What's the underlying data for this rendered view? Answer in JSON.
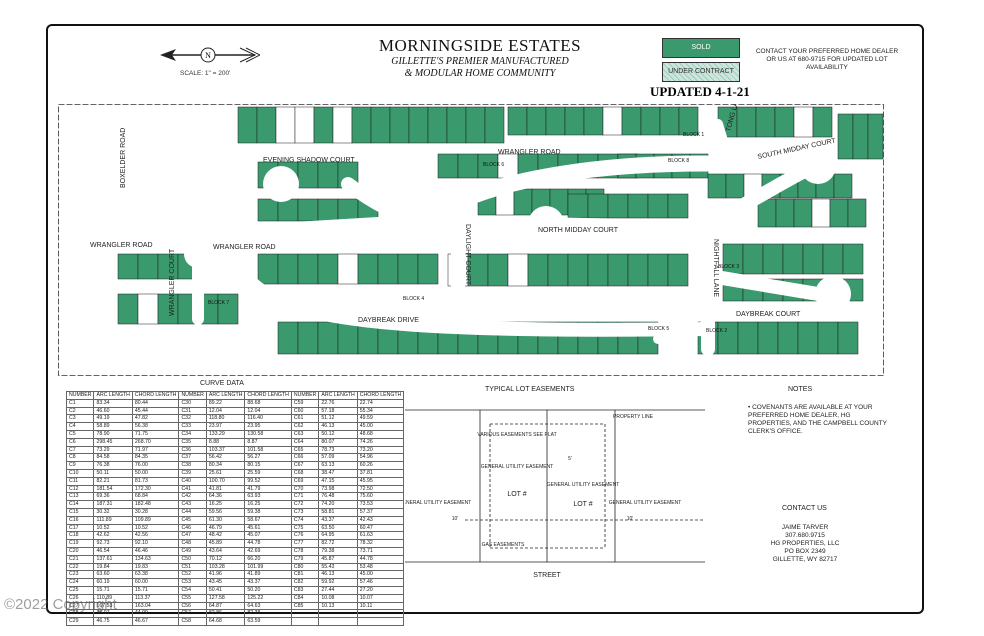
{
  "title": "MORNINGSIDE ESTATES",
  "subtitle_line1": "GILLETTE'S PREMIER MANUFACTURED",
  "subtitle_line2": "& MODULAR HOME COMMUNITY",
  "updated": "UPDATED 4-1-21",
  "scale": "SCALE: 1\" = 200'",
  "north": "N",
  "legend": {
    "sold": "SOLD",
    "under_contract": "UNDER CONTRACT"
  },
  "contact_note": "CONTACT YOUR PREFERRED HOME DEALER OR US AT 680-9715 FOR UPDATED LOT AVAILABILITY",
  "colors": {
    "sold": "#3a9a6e",
    "road": "#ffffff",
    "lot_line": "#1c1c1c"
  },
  "streets": {
    "evening_shadow": "EVENING SHADOW COURT",
    "wrangler_top": "WRANGLER ROAD",
    "wrangler_mid": "WRANGLER ROAD",
    "wrangler_left": "WRANGLER ROAD",
    "boxelder": "BOXELDER ROAD",
    "south_midday": "SOUTH MIDDAY COURT",
    "north_midday": "NORTH MIDDAY COURT",
    "daylight": "DAYLIGHT COURT",
    "daybreak_drive": "DAYBREAK DRIVE",
    "daybreak_court": "DAYBREAK COURT",
    "nightfall": "NIGHTFALL LANE",
    "wrangler_court": "WRANGLER COURT",
    "tong": "TONG LANE"
  },
  "blocks": {
    "b1": "BLOCK 1",
    "b2": "BLOCK 2",
    "b3": "BLOCK 3",
    "b4": "BLOCK 4",
    "b5": "BLOCK 5",
    "b6": "BLOCK 6",
    "b7": "BLOCK 7",
    "b8": "BLOCK 8"
  },
  "curve_data": {
    "title": "CURVE DATA",
    "header": [
      "NUMBER",
      "ARC LENGTH",
      "CHORD LENGTH"
    ],
    "col1": [
      [
        "C1",
        "83.34",
        "80.44"
      ],
      [
        "C2",
        "46.60",
        "45.44"
      ],
      [
        "C3",
        "49.19",
        "47.82"
      ],
      [
        "C4",
        "58.89",
        "56.38"
      ],
      [
        "C5",
        "78.90",
        "71.75"
      ],
      [
        "C6",
        "298.45",
        "268.70"
      ],
      [
        "C7",
        "73.29",
        "71.97"
      ],
      [
        "C8",
        "84.58",
        "84.35"
      ],
      [
        "C9",
        "76.38",
        "76.00"
      ],
      [
        "C10",
        "50.11",
        "50.00"
      ],
      [
        "C11",
        "82.21",
        "81.73"
      ],
      [
        "C12",
        "181.54",
        "172.30"
      ],
      [
        "C13",
        "69.36",
        "68.84"
      ],
      [
        "C14",
        "187.31",
        "182.48"
      ],
      [
        "C15",
        "30.32",
        "30.28"
      ],
      [
        "C16",
        "111.89",
        "109.89"
      ],
      [
        "C17",
        "10.52",
        "10.52"
      ],
      [
        "C18",
        "42.62",
        "42.56"
      ],
      [
        "C19",
        "92.73",
        "92.10"
      ],
      [
        "C20",
        "46.54",
        "46.46"
      ],
      [
        "C21",
        "137.61",
        "134.63"
      ],
      [
        "C22",
        "19.84",
        "19.83"
      ],
      [
        "C23",
        "63.60",
        "63.38"
      ],
      [
        "C24",
        "60.19",
        "60.00"
      ],
      [
        "C25",
        "15.71",
        "15.71"
      ],
      [
        "C26",
        "110.89",
        "113.37"
      ],
      [
        "C27",
        "167.53",
        "163.04"
      ],
      [
        "C28",
        "45.07",
        "44.99"
      ],
      [
        "C29",
        "46.75",
        "46.67"
      ]
    ],
    "col2": [
      [
        "C30",
        "89.22",
        "88.68"
      ],
      [
        "C31",
        "12.04",
        "12.04"
      ],
      [
        "C32",
        "118.80",
        "116.40"
      ],
      [
        "C33",
        "23.97",
        "23.95"
      ],
      [
        "C34",
        "133.29",
        "130.58"
      ],
      [
        "C35",
        "8.88",
        "8.87"
      ],
      [
        "C36",
        "103.37",
        "101.58"
      ],
      [
        "C37",
        "56.42",
        "56.27"
      ],
      [
        "C38",
        "80.34",
        "80.15"
      ],
      [
        "C39",
        "25.61",
        "25.59"
      ],
      [
        "C40",
        "100.70",
        "99.52"
      ],
      [
        "C41",
        "41.81",
        "41.79"
      ],
      [
        "C42",
        "64.36",
        "63.93"
      ],
      [
        "C43",
        "16.25",
        "16.25"
      ],
      [
        "C44",
        "59.56",
        "59.38"
      ],
      [
        "C45",
        "61.30",
        "58.67"
      ],
      [
        "C46",
        "46.79",
        "45.61"
      ],
      [
        "C47",
        "48.42",
        "45.07"
      ],
      [
        "C48",
        "45.89",
        "44.78"
      ],
      [
        "C49",
        "43.64",
        "42.69"
      ],
      [
        "C50",
        "70.12",
        "66.20"
      ],
      [
        "C51",
        "103.28",
        "101.99"
      ],
      [
        "C52",
        "41.96",
        "41.89"
      ],
      [
        "C53",
        "43.45",
        "43.37"
      ],
      [
        "C54",
        "50.41",
        "50.20"
      ],
      [
        "C55",
        "127.58",
        "125.22"
      ],
      [
        "C56",
        "64.87",
        "64.63"
      ],
      [
        "C57",
        "82.86",
        "82.38"
      ],
      [
        "C58",
        "64.68",
        "63.59"
      ]
    ],
    "col3": [
      [
        "C59",
        "22.76",
        "22.74"
      ],
      [
        "C60",
        "57.18",
        "55.34"
      ],
      [
        "C61",
        "51.12",
        "49.59"
      ],
      [
        "C62",
        "46.13",
        "45.00"
      ],
      [
        "C63",
        "50.12",
        "48.68"
      ],
      [
        "C64",
        "80.07",
        "74.26"
      ],
      [
        "C65",
        "78.73",
        "73.20"
      ],
      [
        "C66",
        "57.09",
        "54.96"
      ],
      [
        "C67",
        "63.13",
        "60.26"
      ],
      [
        "C68",
        "38.47",
        "37.81"
      ],
      [
        "C69",
        "47.15",
        "45.95"
      ],
      [
        "C70",
        "73.98",
        "72.50"
      ],
      [
        "C71",
        "76.48",
        "75.60"
      ],
      [
        "C72",
        "74.20",
        "73.53"
      ],
      [
        "C73",
        "58.81",
        "57.37"
      ],
      [
        "C74",
        "43.37",
        "42.43"
      ],
      [
        "C75",
        "63.50",
        "60.47"
      ],
      [
        "C76",
        "64.95",
        "61.63"
      ],
      [
        "C77",
        "82.72",
        "78.32"
      ],
      [
        "C78",
        "79.38",
        "73.71"
      ],
      [
        "C79",
        "45.87",
        "44.78"
      ],
      [
        "C80",
        "55.43",
        "53.48"
      ],
      [
        "C81",
        "46.13",
        "45.00"
      ],
      [
        "C82",
        "59.92",
        "57.46"
      ],
      [
        "C83",
        "27.44",
        "27.20"
      ],
      [
        "C84",
        "10.08",
        "10.07"
      ],
      [
        "C85",
        "10.13",
        "10.11"
      ],
      [
        "",
        "",
        " "
      ],
      [
        "",
        "",
        " "
      ]
    ]
  },
  "easement": {
    "title": "TYPICAL LOT EASEMENTS",
    "various": "VARIOUS EASEMENTS SEE PLAT",
    "property_line": "PROPERTY LINE",
    "general_utility": "GENERAL UTILITY EASEMENT",
    "lot": "LOT #",
    "gas": "GAS EASEMENTS",
    "street": "STREET",
    "dim5": "5'",
    "dim10": "10'"
  },
  "notes": {
    "title": "NOTES",
    "text": "COVENANTS ARE AVAILABLE AT YOUR PREFERRED HOME DEALER, HG PROPERTIES, AND THE CAMPBELL COUNTY CLERK'S OFFICE."
  },
  "contact": {
    "title": "CONTACT US",
    "name": "JAIME TARVER",
    "phone": "307.680.9715",
    "company": "HG PROPERTIES, LLC",
    "po": "PO BOX 2349",
    "city": "GILLETTE, WY 82717"
  },
  "copyright": "©2022 Copyright"
}
